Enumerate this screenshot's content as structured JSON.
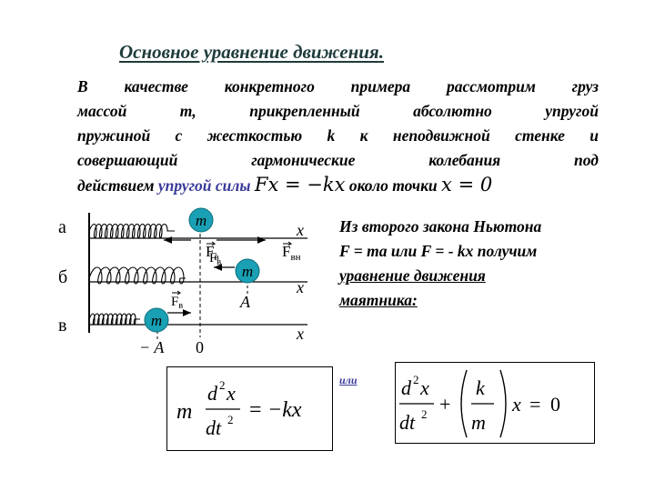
{
  "title": {
    "text": "Основное уравнение движения",
    "dot": "."
  },
  "intro": {
    "line1": "В качестве конкретного примера рассмотрим груз",
    "line2": "массой m, прикрепленный абсолютно упругой",
    "line3": "пружиной с жесткостью k к неподвижной стенке и",
    "line4": "совершающий гармонические колебания под",
    "line5_pre": "действием",
    "line5_hl": "упругой силы",
    "formula_force": "Fx = −kx",
    "line5_mid": "около точки",
    "formula_point": "x = 0"
  },
  "diagram": {
    "row_labels": [
      "а",
      "б",
      "в"
    ],
    "mass_label": "m",
    "axis_label": "x",
    "force_elastic": "F",
    "force_elastic_sub": "в",
    "force_external": "F",
    "force_external_sub": "вн",
    "amp_pos": "A",
    "amp_neg": "− A",
    "zero": "0"
  },
  "right_text": {
    "line1": "Из второго закона Ньютона",
    "line2": "F = ma или F = - kx  получим",
    "line3": "уравнение движения",
    "line4": "маятника:"
  },
  "or_label": "или",
  "eq1": "m d²x/dt² = −kx",
  "eq2": "d²x/dt² + (k/m) x = 0",
  "colors": {
    "mass": "#1aa0b4",
    "highlight": "#3a3a9a",
    "title": "#1f3b3b"
  }
}
